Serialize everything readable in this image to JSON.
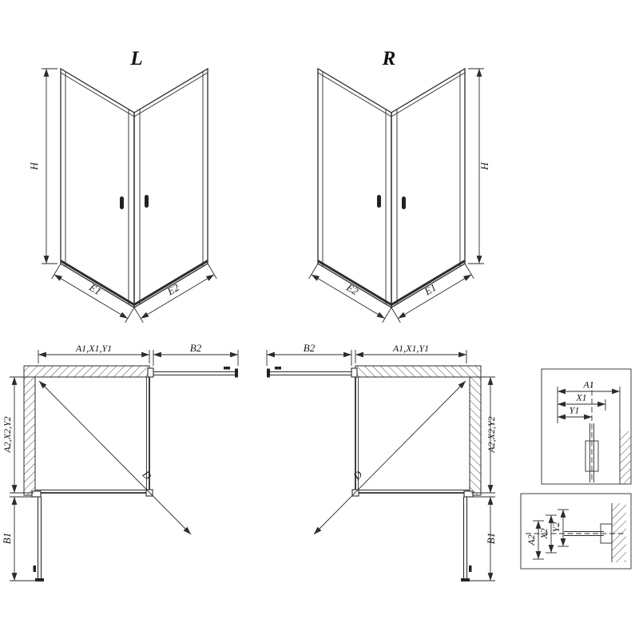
{
  "drawing": {
    "background": "#ffffff",
    "line_color": "#2b2b2b",
    "title": "shower-enclosure-technical-drawing"
  },
  "iso_left": {
    "label": "L",
    "height_dim": "H",
    "bottom_left_dim": "E1",
    "bottom_right_dim": "E2"
  },
  "iso_right": {
    "label": "R",
    "height_dim": "H",
    "bottom_left_dim": "E2",
    "bottom_right_dim": "E1"
  },
  "plan_left": {
    "top_width_dim": "A1,X1,Y1",
    "door_top_dim": "B2",
    "side_depth_dim": "A2,X2,Y2",
    "door_side_dim": "B1",
    "diagonal_dim": "D"
  },
  "plan_right": {
    "top_width_dim": "A1,X1,Y1",
    "door_top_dim": "B2",
    "side_depth_dim": "A2,X2,Y2",
    "door_side_dim": "B1",
    "diagonal_dim": "D"
  },
  "detail_top": {
    "dims": [
      "A1",
      "X1",
      "Y1"
    ]
  },
  "detail_bottom": {
    "dims": [
      "A2",
      "X2",
      "Y2"
    ]
  }
}
